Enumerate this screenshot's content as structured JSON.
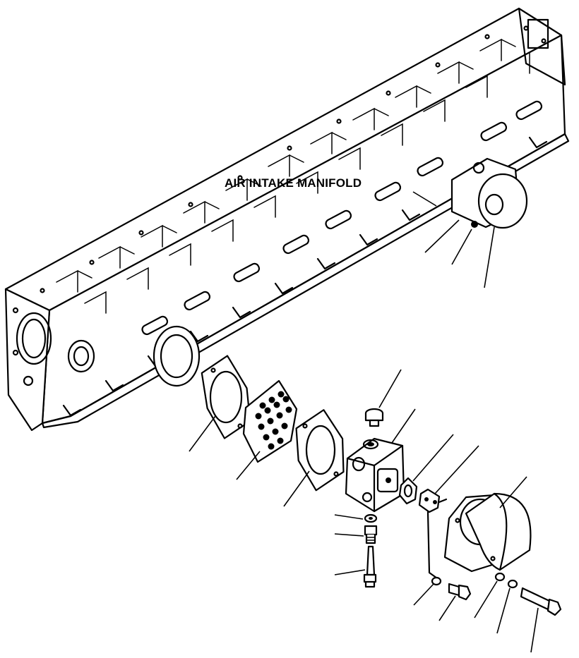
{
  "diagram": {
    "label": "AIR INTAKE MANIFOLD",
    "colors": {
      "ink": "#000000",
      "paper": "#ffffff"
    },
    "parts": [
      "air-intake-manifold",
      "heater-assembly-installed",
      "manifold-gasket",
      "heater-screen",
      "heater-gasket",
      "heater-body",
      "plug",
      "gasket-small",
      "relay-terminal",
      "heater-cover",
      "washer",
      "nipple",
      "sensor",
      "bolt-short",
      "bolt-long"
    ]
  }
}
